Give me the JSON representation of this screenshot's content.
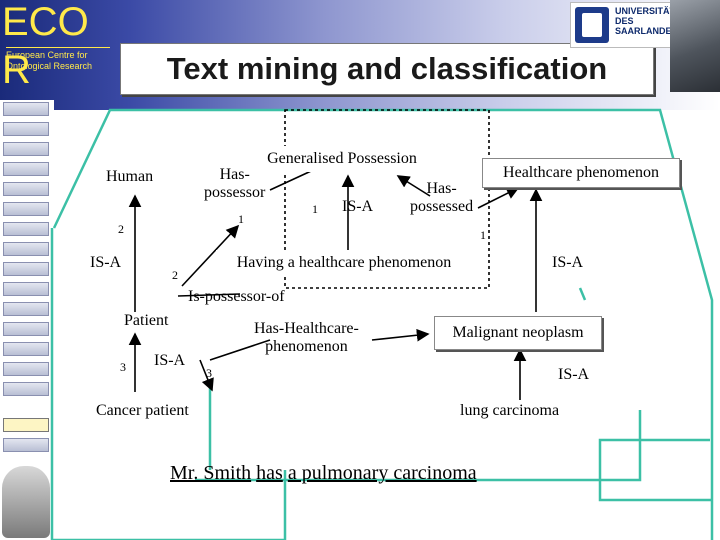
{
  "header": {
    "logo_line1": "ECO",
    "logo_line2": "R",
    "logo_subtitle": "European Centre for Ontological Research",
    "title": "Text mining and classification",
    "university_line1": "UNIVERSITÄT",
    "university_line2": "DES",
    "university_line3": "SAARLANDES"
  },
  "colors": {
    "accent_line": "#3cc0a6",
    "logo_text": "#ffe94a",
    "header_dark": "#1a2a7a"
  },
  "diagram": {
    "nodes": {
      "human": "Human",
      "has_possessor": "Has-\npossessor",
      "generalised_possession": "Generalised Possession",
      "has_possessed": "Has-\npossessed",
      "healthcare_phenomenon": "Healthcare phenomenon",
      "having_healthcare": "Having a healthcare phenomenon",
      "is_possessor_of": "Is-possessor-of",
      "patient": "Patient",
      "has_healthcare_phenomenon": "Has-Healthcare-\nphenomenon",
      "malignant_neoplasm": "Malignant neoplasm",
      "cancer_patient": "Cancer patient",
      "lung_carcinoma": "lung carcinoma"
    },
    "relation_labels": {
      "isa_left": "IS-A",
      "isa_center": "IS-A",
      "isa_right": "IS-A",
      "isa_patient": "IS-A",
      "isa_lung": "IS-A"
    },
    "markers": {
      "m_left_2": "2",
      "m_poss_1": "1",
      "m_center_1": "1",
      "m_right_1": "1",
      "m_center_2": "2",
      "m_patient_3": "3",
      "m_cancer_3": "3"
    },
    "sentence": {
      "w1": "Mr. Smith",
      "w2": "has",
      "w3": "a pulmonary carcinoma"
    }
  }
}
